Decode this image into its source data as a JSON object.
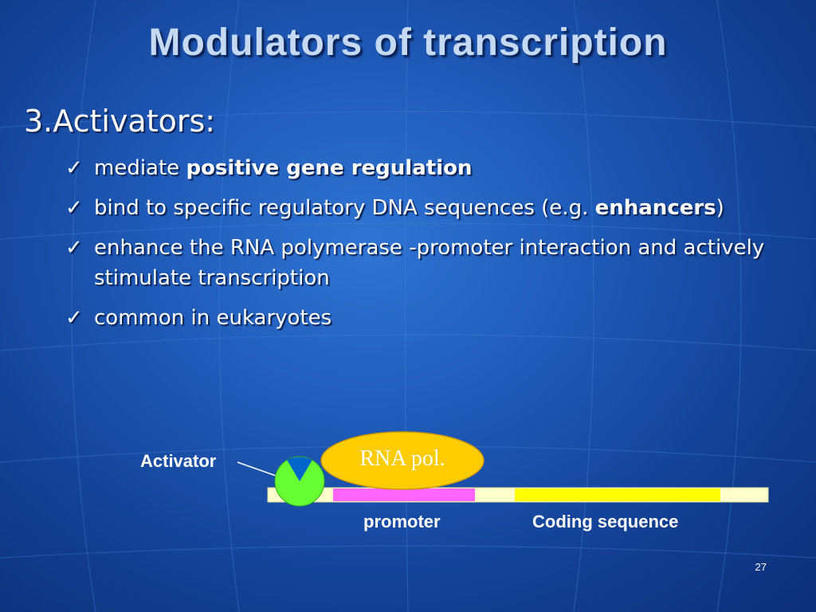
{
  "slide": {
    "title": "Modulators of transcription",
    "heading": "3.Activators:",
    "bullets": [
      {
        "plain": "mediate ",
        "bold": "positive gene regulation",
        "tail": ""
      },
      {
        "plain": "bind to specific regulatory DNA sequences (e.g. ",
        "bold": "enhancers",
        "tail": ")"
      },
      {
        "plain": "enhance the RNA polymerase -promoter interaction and actively stimulate transcription",
        "bold": "",
        "tail": ""
      },
      {
        "plain": "common in eukaryotes",
        "bold": "",
        "tail": ""
      }
    ],
    "check_icon": "checkmark-icon",
    "page_number": "27"
  },
  "diagram": {
    "activator_label": "Activator",
    "rna_pol_label": "RNA pol.",
    "promoter_label": "promoter",
    "coding_label": "Coding sequence",
    "colors": {
      "dna_strand": "#ffffcc",
      "promoter": "#ff66ff",
      "coding": "#ffff00",
      "rna_pol": "#ffcc00",
      "activator_green": "#66ff33",
      "activator_blue": "#0066cc"
    }
  }
}
